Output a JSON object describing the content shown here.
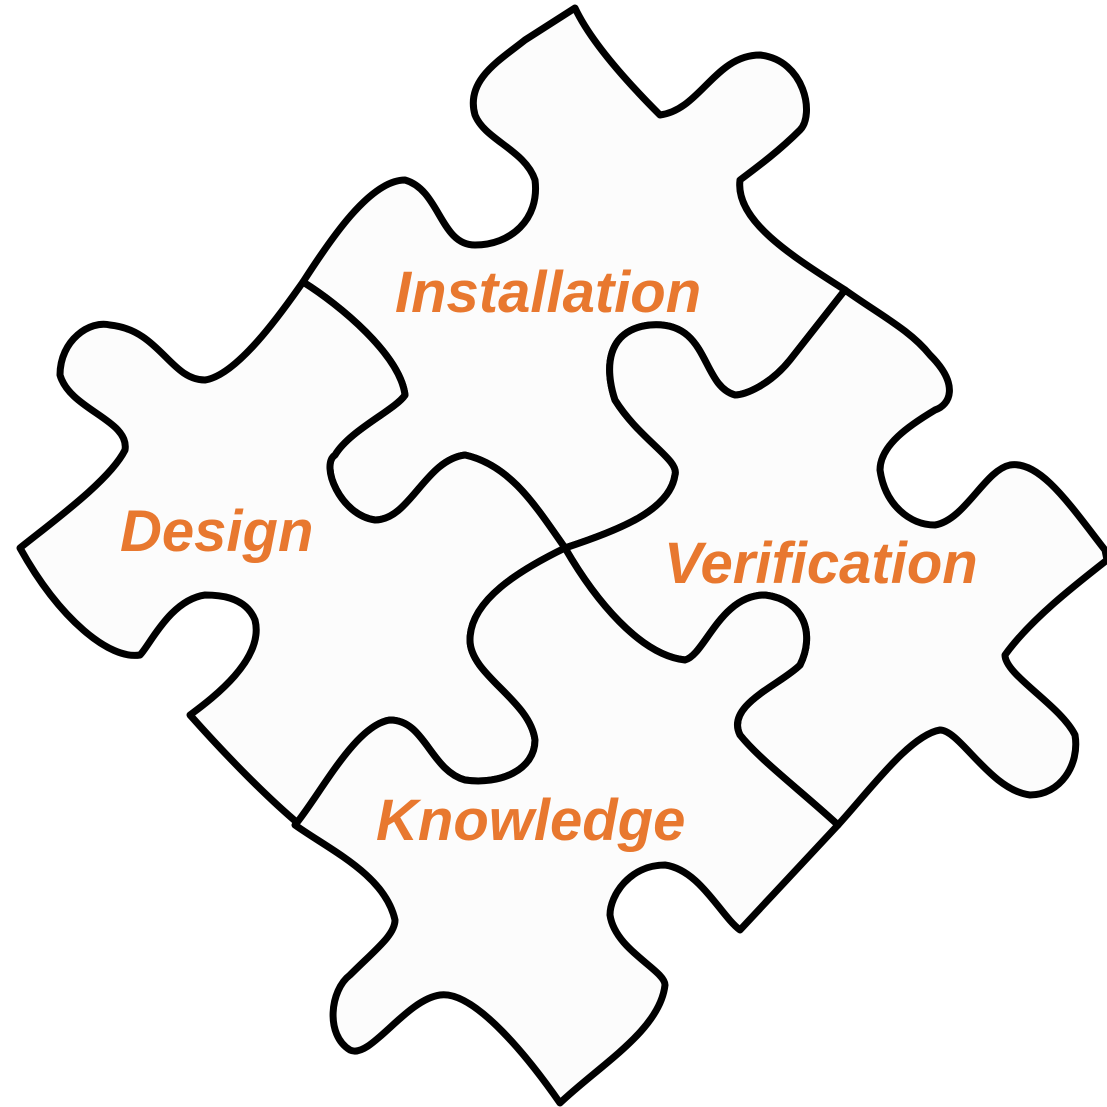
{
  "labels": {
    "installation": "Installation",
    "design": "Design",
    "verification": "Verification",
    "knowledge": "Knowledge"
  },
  "colors": {
    "label": "#E8782F",
    "outline": "#000000",
    "piece_fill": "#fcfcfc"
  }
}
